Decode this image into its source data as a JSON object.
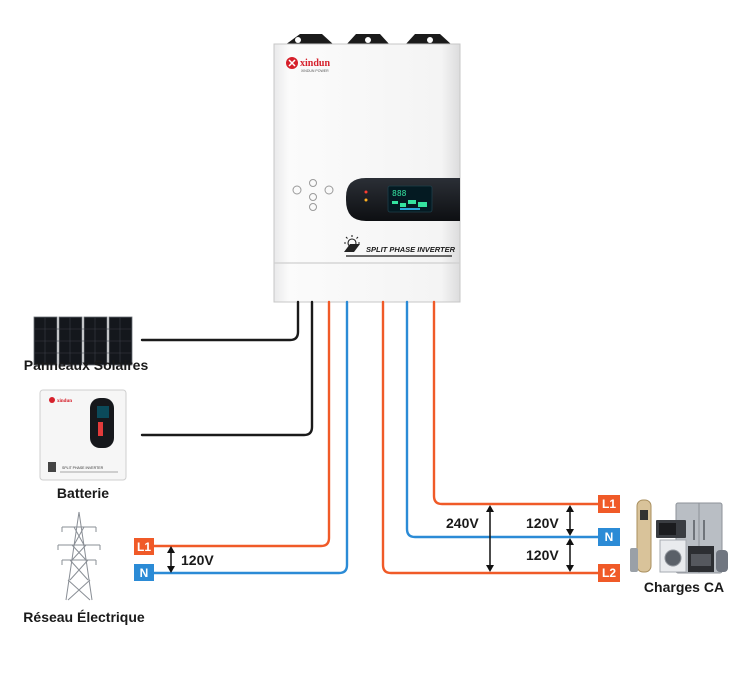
{
  "device": {
    "brand": "xindun",
    "brand_tagline": "XINDUN POWER",
    "model_label": "SPLIT PHASE INVERTER",
    "display_digits": "888"
  },
  "components": {
    "solar_label": "Panneaux Solaires",
    "battery_label": "Batterie",
    "battery_brand": "xindun",
    "battery_model_label": "SPLIT PHASE INVERTER",
    "grid_label": "Réseau Électrique",
    "loads_label": "Charges CA"
  },
  "terminals": {
    "grid_l1": "L1",
    "grid_n": "N",
    "load_l1": "L1",
    "load_n": "N",
    "load_l2": "L2"
  },
  "voltages": {
    "grid": "120V",
    "load_total": "240V",
    "load_l1_n": "120V",
    "load_n_l2": "120V"
  },
  "colors": {
    "line_phase": "#f05a28",
    "line_neutral": "#2b8bd6",
    "line_dc": "#1a1a1a",
    "terminal_phase": "#f05a28",
    "terminal_neutral": "#2b8bd6"
  }
}
